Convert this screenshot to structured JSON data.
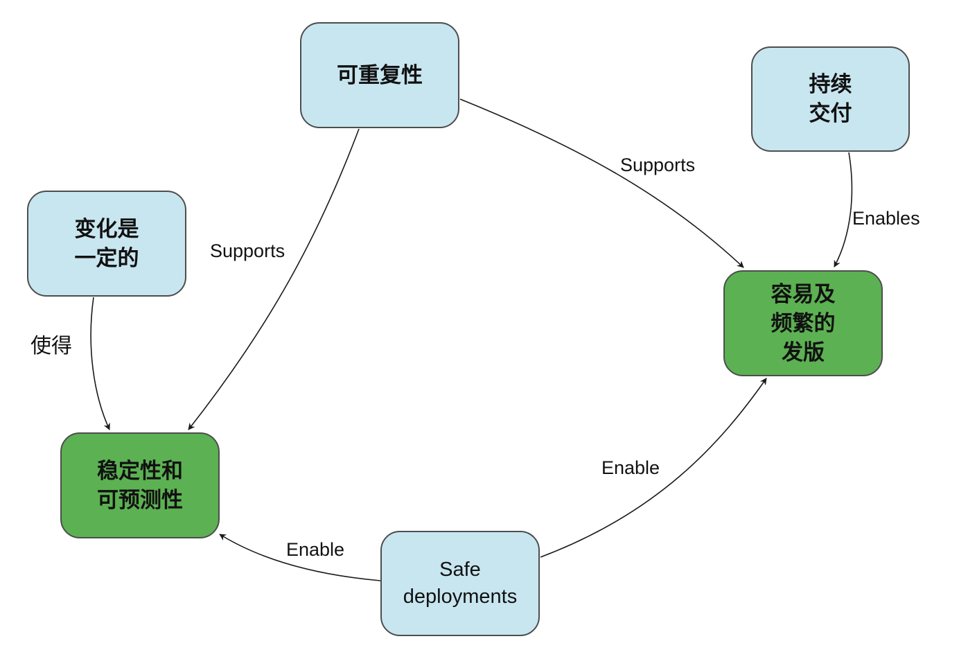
{
  "nodes": {
    "repeatability": {
      "label": "可重复性",
      "fill": "#c8e6f0"
    },
    "continuous_delivery": {
      "label": "持续\n交付",
      "fill": "#c8e6f0"
    },
    "change_constant": {
      "label": "变化是\n一定的",
      "fill": "#c8e6f0"
    },
    "easy_frequent_release": {
      "label": "容易及\n频繁的\n发版",
      "fill": "#5cb152"
    },
    "stability_predictability": {
      "label": "稳定性和\n可预测性",
      "fill": "#5cb152"
    },
    "safe_deployments": {
      "label": "Safe\ndeployments",
      "fill": "#c8e6f0"
    }
  },
  "edges": {
    "repeatability_to_release": {
      "label": "Supports"
    },
    "repeatability_to_stability": {
      "label": "Supports"
    },
    "continuous_delivery_to_release": {
      "label": "Enables"
    },
    "change_to_stability": {
      "label": "使得"
    },
    "safe_to_release": {
      "label": "Enable"
    },
    "safe_to_stability": {
      "label": "Enable"
    }
  },
  "colors": {
    "node_blue": "#c8e6f0",
    "node_green": "#5cb152",
    "border": "#4d4d4d",
    "edge": "#1a1a1a"
  }
}
